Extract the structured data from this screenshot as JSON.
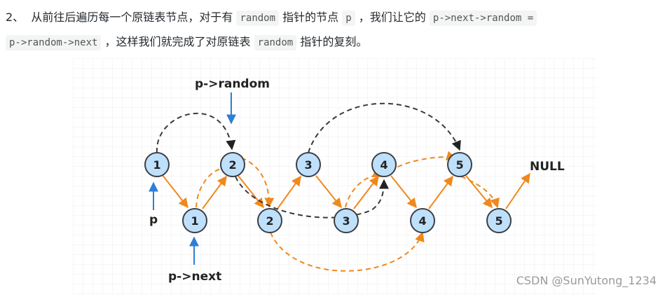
{
  "text": {
    "step": "2、",
    "s1": "从前往后遍历每一个原链表节点，对于有",
    "c1": "random",
    "s2": "指针的节点",
    "c2": "p",
    "s3": "，我们让它的",
    "c3": "p->next->random =",
    "c4": "p->random->next",
    "s4": "，这样我们就完成了对原链表",
    "c5": "random",
    "s5": "指针的复刻。"
  },
  "diagram": {
    "original_nodes": [
      "1",
      "2",
      "3",
      "4",
      "5"
    ],
    "copy_nodes": [
      "1",
      "2",
      "3",
      "4",
      "5"
    ],
    "labels": {
      "p": "p",
      "p_next": "p->next",
      "p_random": "p->random",
      "null": "NULL"
    },
    "colors": {
      "node_fill": "#bfe0fb",
      "node_stroke": "#3a3f47",
      "next_arrow": "#f0881c",
      "random_original": "#3a3a3a",
      "pointer_arrow": "#2f7fd6"
    }
  },
  "watermark": "CSDN @SunYutong_1234"
}
